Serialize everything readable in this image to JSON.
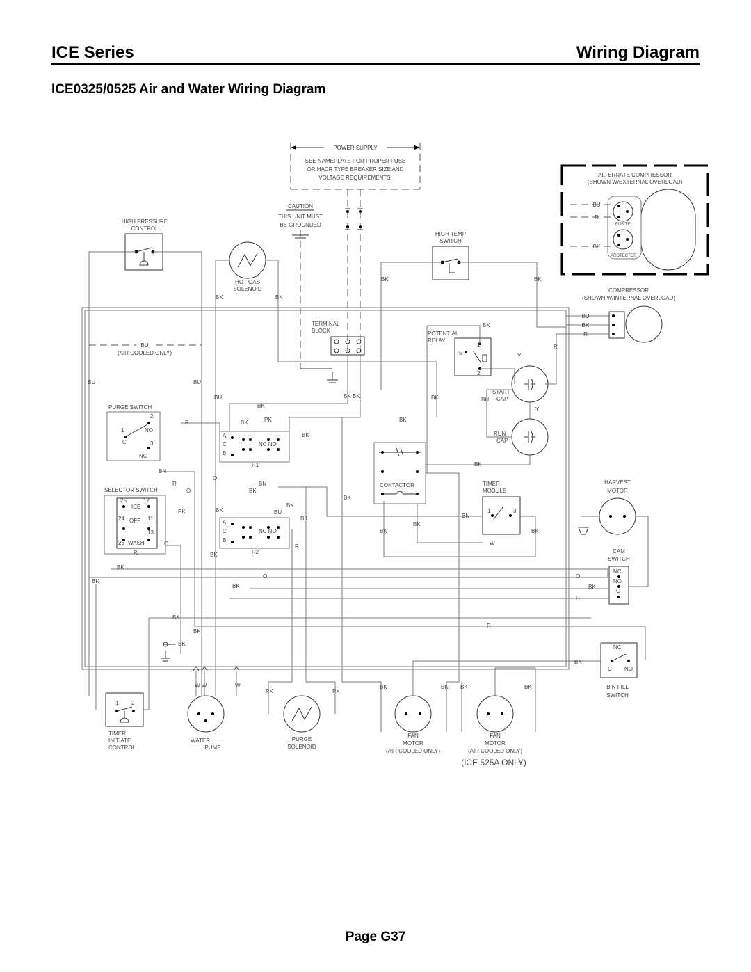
{
  "header": {
    "left": "ICE Series",
    "right": "Wiring Diagram"
  },
  "subtitle": "ICE0325/0525 Air and Water Wiring Diagram",
  "footer": "Page G37",
  "diagram": {
    "power_supply": "POWER SUPPLY",
    "power_note_1": "SEE NAMEPLATE FOR PROPER FUSE",
    "power_note_2": "OR HACR TYPE BREAKER SIZE AND",
    "power_note_3": "VOLTAGE REQUIREMENTS.",
    "caution": "CAUTION",
    "caution_1": "THIS UNIT MUST",
    "caution_2": "BE GROUNDED",
    "high_pressure_1": "HIGH PRESSURE",
    "high_pressure_2": "CONTROL",
    "hot_gas_1": "HOT GAS",
    "hot_gas_2": "SOLENOID",
    "high_temp_1": "HIGH TEMP",
    "high_temp_2": "SWITCH",
    "alt_comp_1": "ALTERNATE COMPRESSOR",
    "alt_comp_2": "(SHOWN W/EXTERNAL OVERLOAD)",
    "fusite": "FUSITE",
    "protector": "PROTECTOR",
    "compressor_1": "COMPRESSOR",
    "compressor_2": "(SHOWN W/INTERNAL OVERLOAD)",
    "terminal_1": "TERMINAL",
    "terminal_2": "BLOCK",
    "potential_1": "POTENTIAL",
    "potential_2": "RELAY",
    "air_cooled_bu": "BU",
    "air_cooled_only": "(AIR COOLED ONLY)",
    "purge_switch": "PURGE SWITCH",
    "start_cap_1": "START",
    "start_cap_2": "CAP",
    "run_cap_1": "RUN",
    "run_cap_2": "CAP",
    "contactor": "CONTACTOR",
    "timer_module_1": "TIMER",
    "timer_module_2": "MODULE",
    "harvest_1": "HARVEST",
    "harvest_2": "MOTOR",
    "selector_switch": "SELECTOR SWITCH",
    "sel_ice": "ICE",
    "sel_off": "OFF",
    "sel_wash": "WASH",
    "cam_1": "CAM",
    "cam_2": "SWITCH",
    "bin_1": "BIN FILL",
    "bin_2": "SWITCH",
    "relay_1": "R1",
    "relay_2": "R2",
    "timer_init_1": "TIMER",
    "timer_init_2": "INITIATE",
    "timer_init_3": "CONTROL",
    "water_1": "WATER",
    "water_2": "PUMP",
    "purge_sol_1": "PURGE",
    "purge_sol_2": "SOLENOID",
    "fan_1": "FAN",
    "fan_2": "MOTOR",
    "fan_air_1": "(AIR COOLED ONLY)",
    "fan_air_2": "(AIR COOLED ONLY)",
    "ice525": "(ICE 525A ONLY)"
  }
}
